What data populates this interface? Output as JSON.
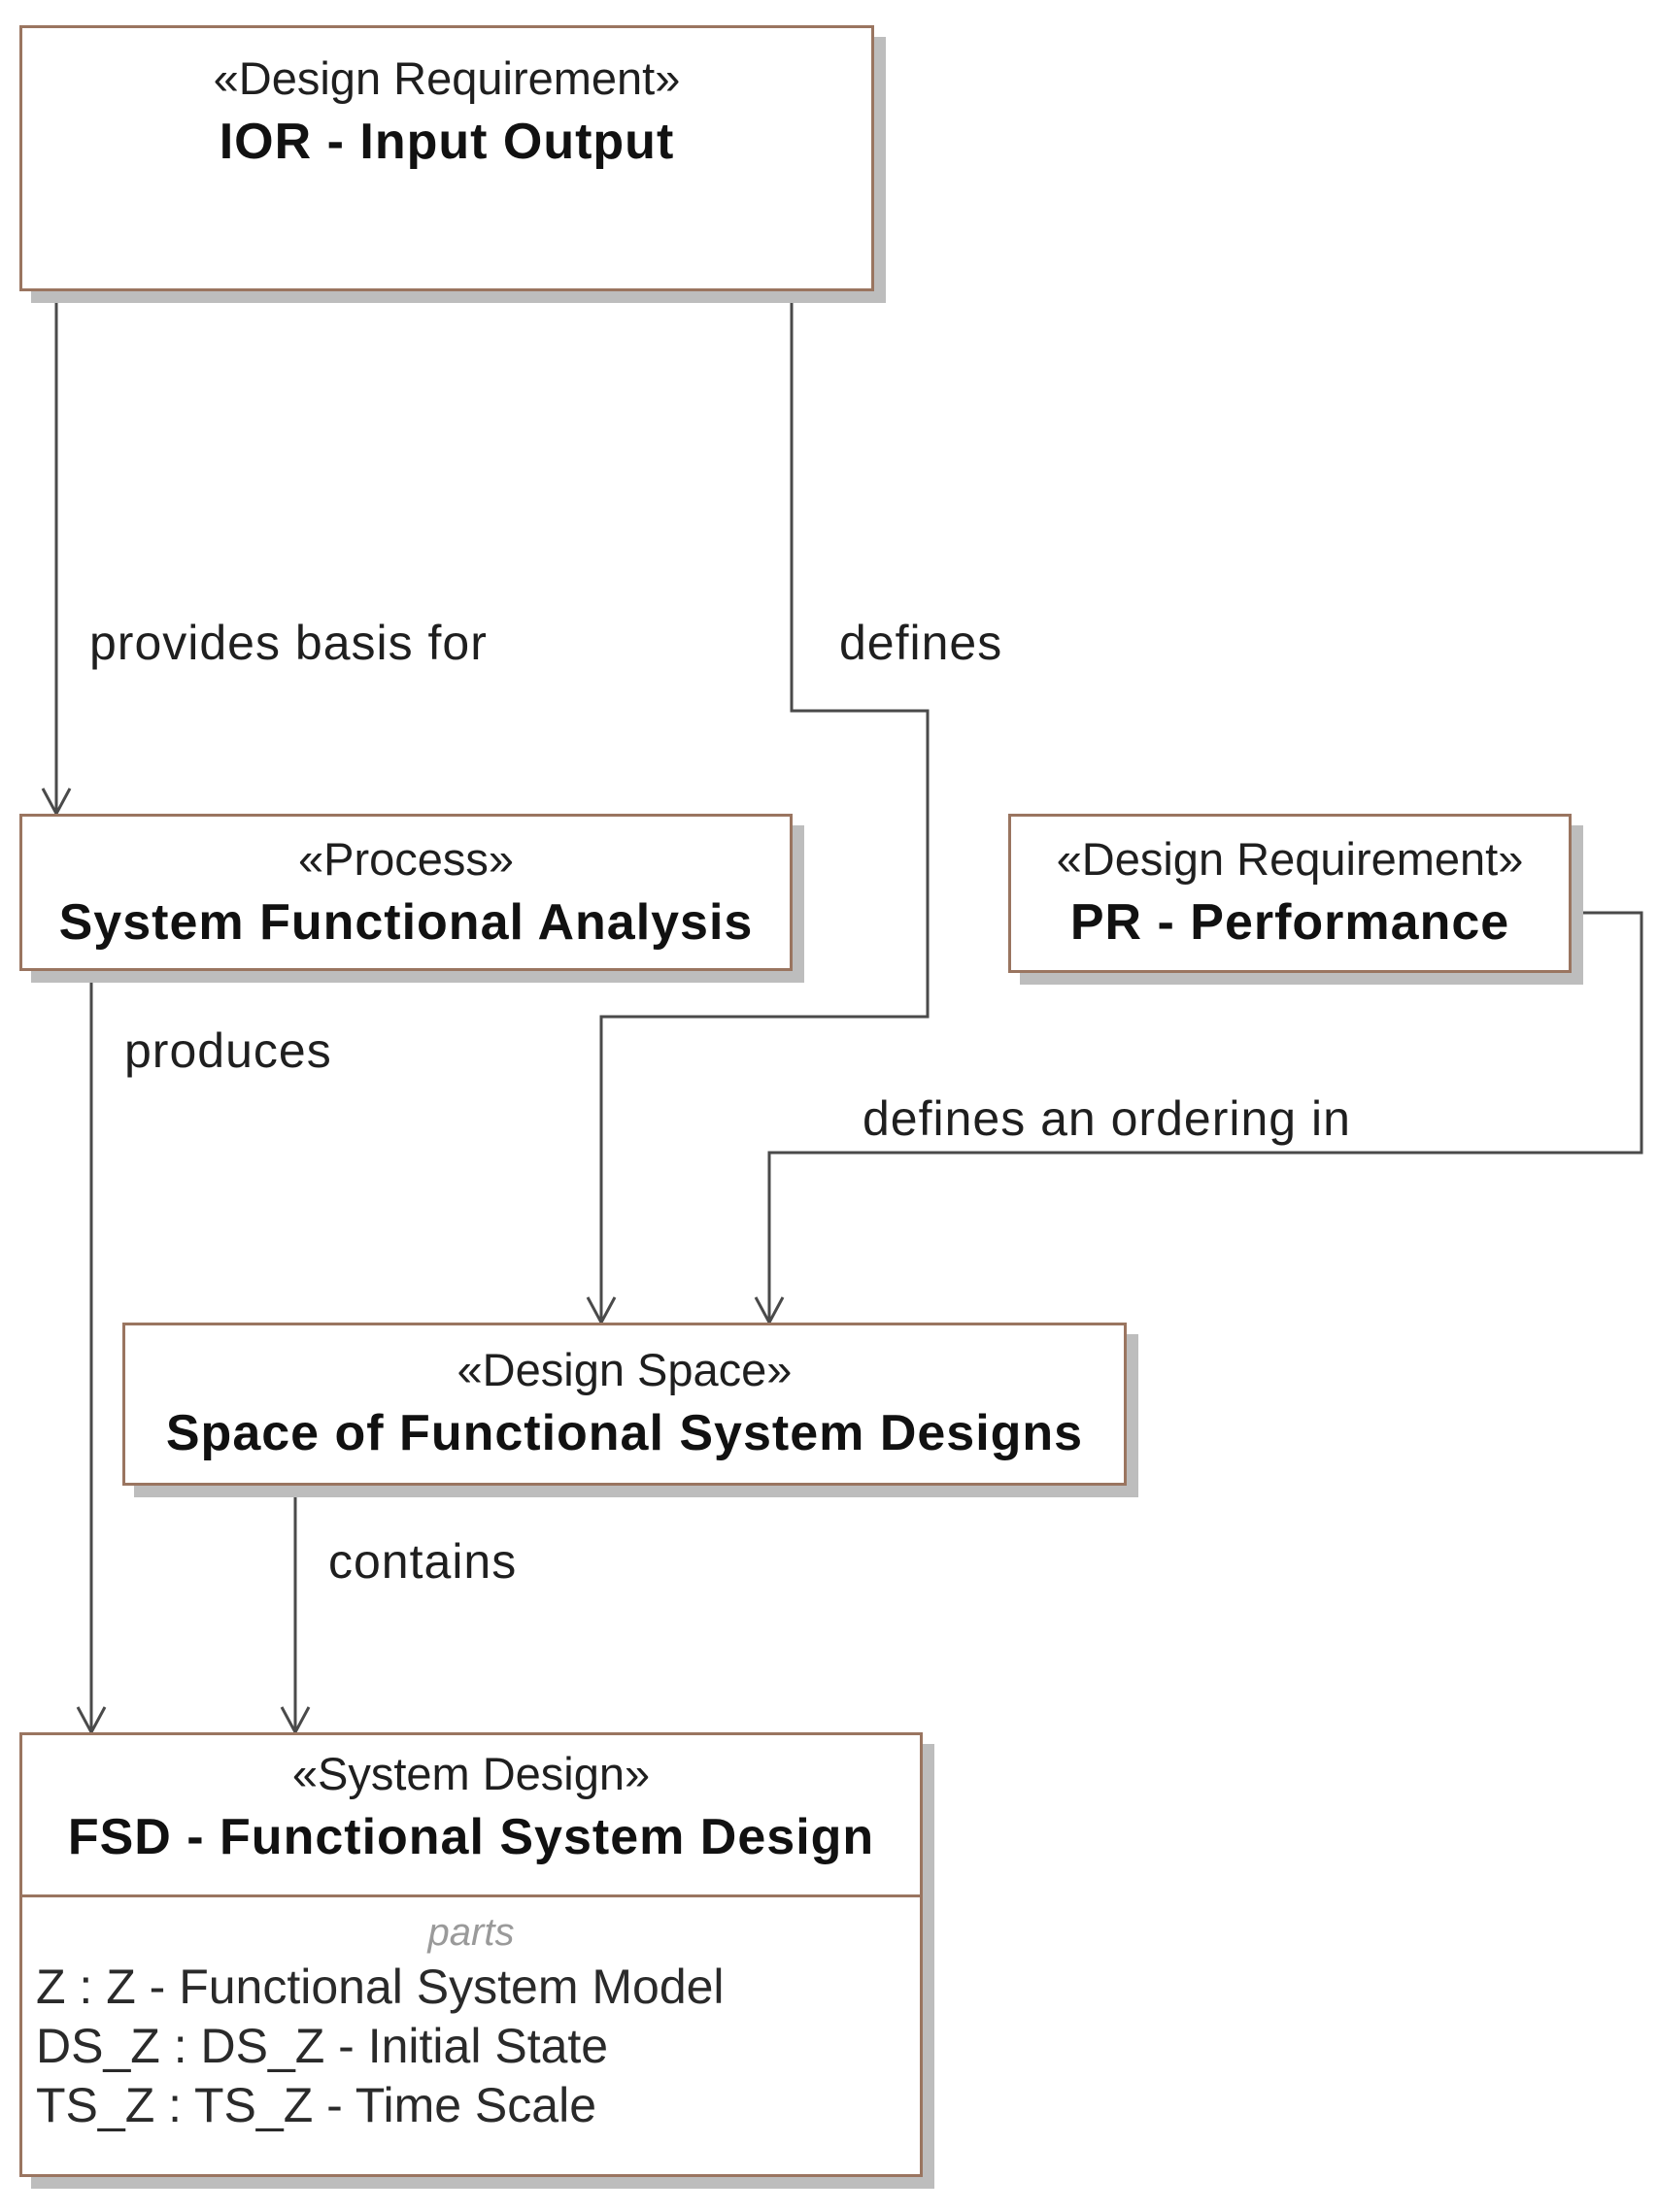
{
  "nodes": {
    "ior": {
      "stereotype": "«Design Requirement»",
      "name": "IOR - Input Output"
    },
    "sfa": {
      "stereotype": "«Process»",
      "name": "System Functional Analysis"
    },
    "pr": {
      "stereotype": "«Design Requirement»",
      "name": "PR - Performance"
    },
    "ds": {
      "stereotype": "«Design Space»",
      "name": "Space of Functional System Designs"
    },
    "fsd": {
      "stereotype": "«System Design»",
      "name": "FSD - Functional System Design",
      "compartment_title": "parts",
      "parts": [
        "Z : Z - Functional System Model",
        "DS_Z : DS_Z - Initial State",
        "TS_Z : TS_Z - Time Scale"
      ]
    }
  },
  "edges": {
    "provides_basis_for": "provides basis for",
    "defines": "defines",
    "produces": "produces",
    "defines_an_ordering_in": "defines an ordering in",
    "contains": "contains"
  },
  "colors": {
    "node_border": "#9a7560",
    "shadow": "#bdbdbd",
    "edge": "#4a4a4a"
  }
}
